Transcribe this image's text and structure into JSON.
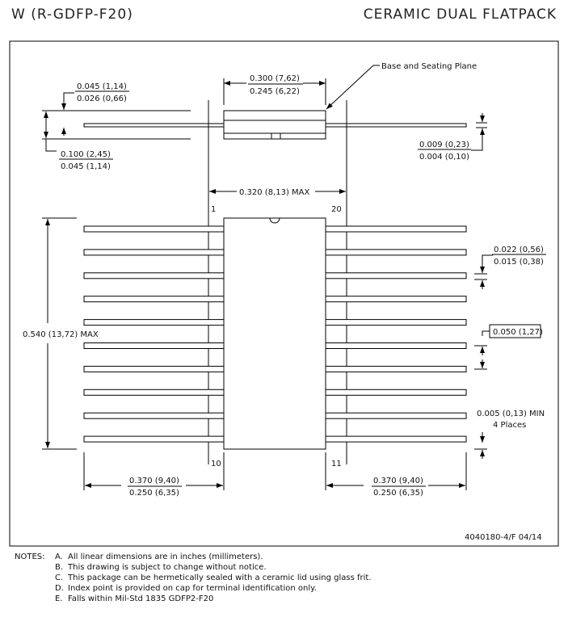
{
  "header": {
    "package_code": "W (R-GDFP-F20)",
    "package_name": "CERAMIC DUAL FLATPACK"
  },
  "drawing": {
    "callout_base": "Base and Seating Plane",
    "dim_body_thickness": {
      "max": "0.045 (1,14)",
      "min": "0.026 (0,66)"
    },
    "dim_overall_height": {
      "max": "0.100 (2,45)",
      "min": "0.045 (1,14)"
    },
    "dim_body_width": {
      "max": "0.300 (7,62)",
      "min": "0.245 (6,22)"
    },
    "dim_lead_thickness": {
      "max": "0.009 (0,23)",
      "min": "0.004 (0,10)"
    },
    "dim_width_max": "0.320 (8,13) MAX",
    "dim_length_max": "0.540 (13,72) MAX",
    "dim_lead_width": {
      "max": "0.022 (0,56)",
      "min": "0.015 (0,38)"
    },
    "dim_pitch": "0.050 (1,27)",
    "dim_min_gap": "0.005 (0,13) MIN",
    "dim_min_gap_note": "4 Places",
    "dim_lead_length_left": {
      "max": "0.370 (9,40)",
      "min": "0.250 (6,35)"
    },
    "dim_lead_length_right": {
      "max": "0.370 (9,40)",
      "min": "0.250 (6,35)"
    },
    "pin_labels": {
      "p1": "1",
      "p20": "20",
      "p10": "10",
      "p11": "11"
    },
    "drawing_number": "4040180-4/F  04/14"
  },
  "notes": {
    "label": "NOTES:",
    "items": [
      {
        "key": "A.",
        "text": "All linear dimensions are in inches (millimeters)."
      },
      {
        "key": "B.",
        "text": "This drawing is subject to change without notice."
      },
      {
        "key": "C.",
        "text": "This package can be hermetically sealed with a ceramic lid using glass frit."
      },
      {
        "key": "D.",
        "text": "Index point is provided on cap for terminal identification only."
      },
      {
        "key": "E.",
        "text": "Falls within Mil-Std 1835 GDFP2-F20"
      }
    ]
  }
}
